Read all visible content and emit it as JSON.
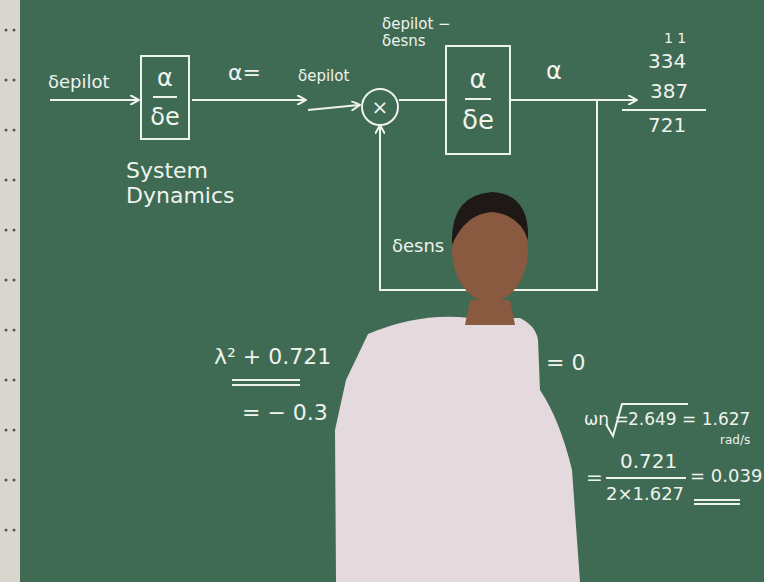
{
  "diagram": {
    "nodes": [
      {
        "text": [
          "α",
          "δe"
        ]
      },
      {
        "text": [
          "×"
        ]
      },
      {
        "text": [
          "α",
          "δe"
        ]
      }
    ],
    "edges": [
      {
        "from": 1,
        "to": 2,
        "arrow": "none"
      },
      {
        "from": 2,
        "to": 1,
        "arrow": "to",
        "label": "δesns"
      }
    ],
    "labels": [
      "δepilot",
      "System Dynamics",
      "α=",
      "δepilot",
      "δepilot − δesns",
      "α",
      "1 1",
      "334",
      "387",
      "721",
      "λ² + 0.721",
      "= 0",
      "= − 0.3",
      "ωn =",
      "2.649 = 1.627",
      "rad/s",
      "=",
      "0.721",
      "2×1.627",
      "= 0.039"
    ]
  }
}
